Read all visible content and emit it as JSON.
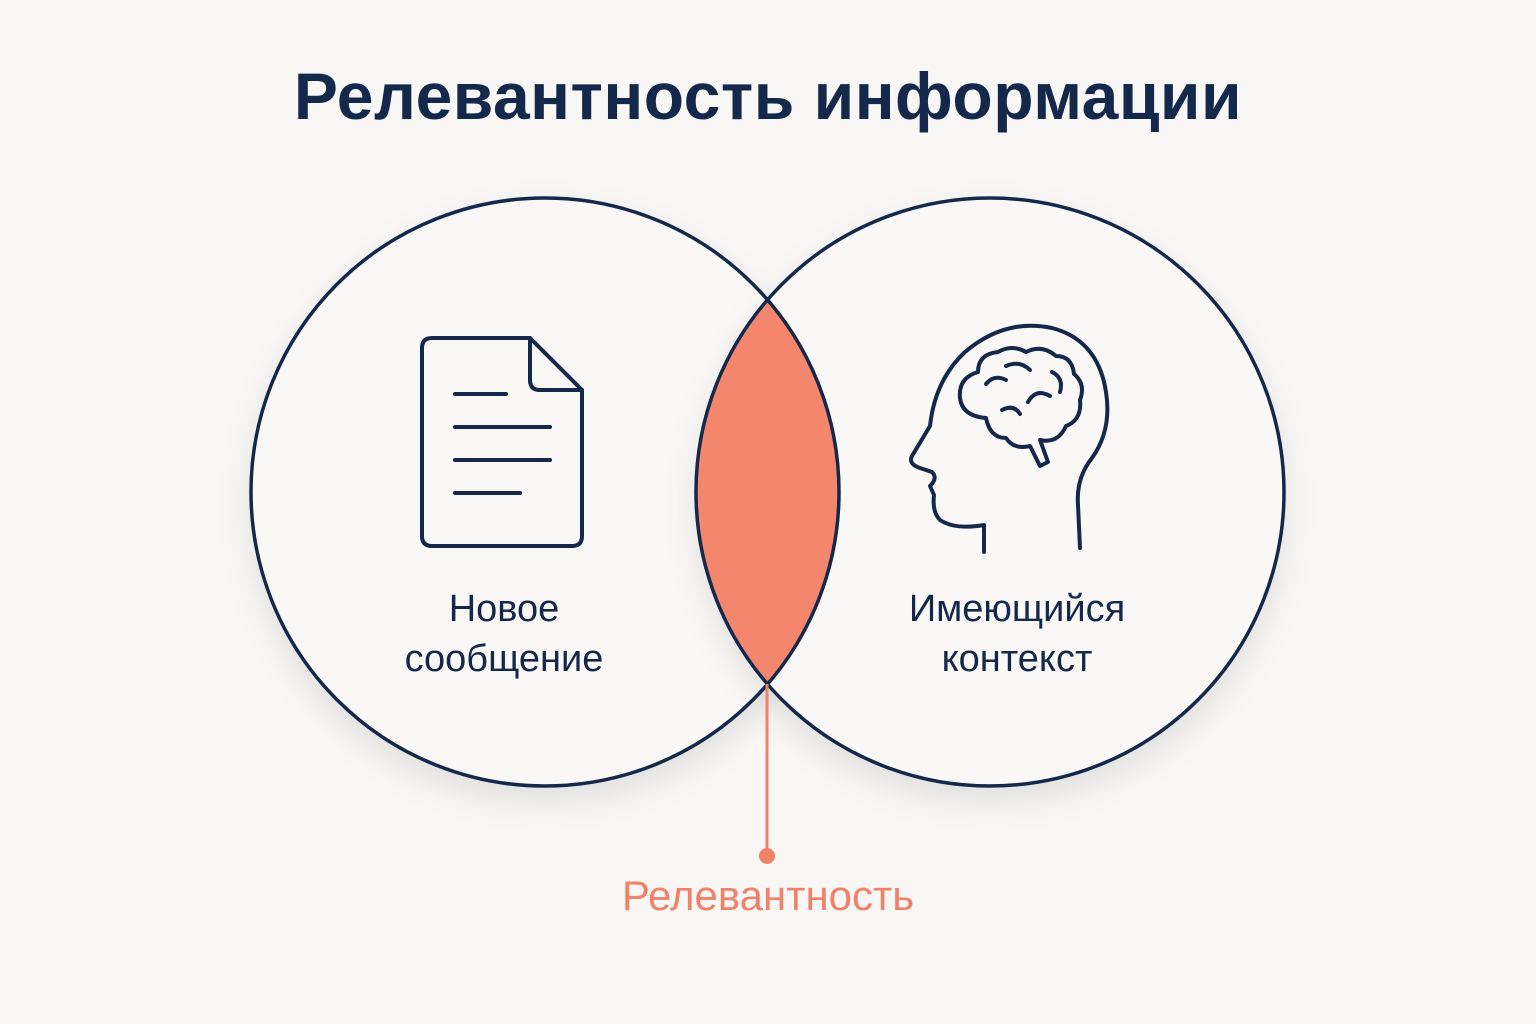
{
  "title": "Релевантность информации",
  "left_circle": {
    "label_line1": "Новое",
    "label_line2": "сообщение",
    "icon": "document-icon"
  },
  "right_circle": {
    "label_line1": "Имеющийся",
    "label_line2": "контекст",
    "icon": "head-brain-icon"
  },
  "intersection": {
    "label": "Релевантность"
  },
  "colors": {
    "background": "#f8f7f5",
    "outline": "#14284b",
    "accent": "#f0826a"
  }
}
